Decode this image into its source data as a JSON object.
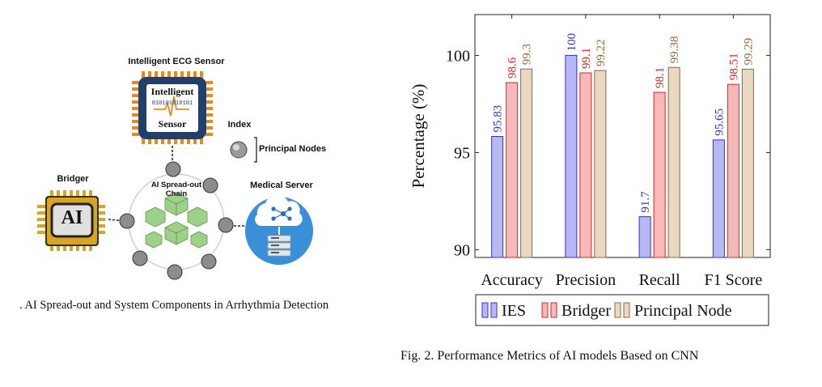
{
  "left_figure": {
    "sensor_title": "Intelligent ECG Sensor",
    "sensor_chip_top": "Intelligent",
    "sensor_chip_bits": "010101010101",
    "sensor_chip_bottom": "Sensor",
    "index_title": "Index",
    "index_item": "Principal Nodes",
    "bridger_title": "Bridger",
    "bridger_chip_text": "AI",
    "chain_title_line1": "AI Spread-out",
    "chain_title_line2": "Chain",
    "server_title": "Medical Server",
    "caption": ".   AI Spread-out and System Components in Arrhythmia Detection",
    "colors": {
      "chip_orange": "#e8891e",
      "chip_navy": "#1f3f6e",
      "bridger_gold": "#d9a520",
      "server_blue": "#3a8fd9",
      "node_gray": "#8c8c8c",
      "cube_green": "#9fd08a"
    }
  },
  "chart_data": {
    "type": "bar",
    "categories": [
      "Accuracy",
      "Precision",
      "Recall",
      "F1 Score"
    ],
    "series": [
      {
        "name": "IES",
        "values": [
          95.83,
          100,
          91.7,
          95.65
        ],
        "labels": [
          "95.83",
          "100",
          "91.7",
          "95.65"
        ],
        "color": "#3030d8",
        "fill": "#b8b8f5"
      },
      {
        "name": "Bridger",
        "values": [
          98.6,
          99.1,
          98.1,
          98.51
        ],
        "labels": [
          "98.6",
          "99.1",
          "98.1",
          "98.51"
        ],
        "color": "#d42828",
        "fill": "#f7b8b8"
      },
      {
        "name": "Principal Node",
        "values": [
          99.3,
          99.22,
          99.38,
          99.29
        ],
        "labels": [
          "99.3",
          "99.22",
          "99.38",
          "99.29"
        ],
        "color": "#8a6a40",
        "fill": "#ead9c2"
      }
    ],
    "ylabel": "Percentage (%)",
    "ylim": [
      89.6,
      102.1
    ],
    "yticks": [
      90,
      95,
      100
    ],
    "grid": false,
    "legend": "bottom"
  },
  "right_caption": "Fig. 2.  Performance Metrics of AI models Based on CNN"
}
